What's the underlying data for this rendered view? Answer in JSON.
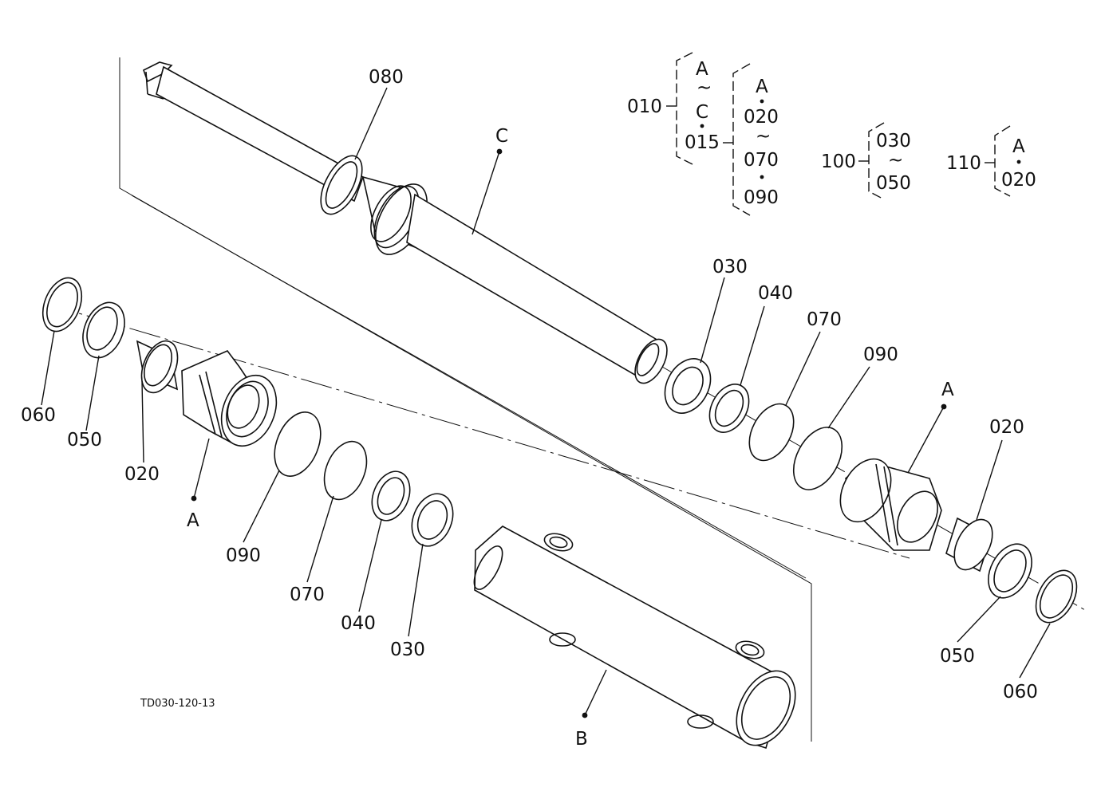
{
  "drawing_code": "TD030-120-13",
  "callouts": {
    "rod_080": "080",
    "rod_C": "C",
    "left_060": "060",
    "left_050": "050",
    "left_020": "020",
    "left_A": "A",
    "left_090": "090",
    "left_070": "070",
    "left_040": "040",
    "left_030": "030",
    "tube_B": "B",
    "right_030": "030",
    "right_040": "040",
    "right_070": "070",
    "right_090": "090",
    "right_A": "A",
    "right_020": "020",
    "right_050": "050",
    "right_060": "060"
  },
  "legend": {
    "g010": {
      "code": "010",
      "top": "A",
      "tilde": "~",
      "mid": "C",
      "bottom": "015"
    },
    "g015": {
      "code": "015",
      "l1": "A",
      "l2": "020",
      "tilde": "~",
      "l3": "070",
      "l4": "090"
    },
    "g100": {
      "code": "100",
      "top": "030",
      "tilde": "~",
      "bottom": "050"
    },
    "g110": {
      "code": "110",
      "top": "A",
      "bottom": "020"
    }
  }
}
